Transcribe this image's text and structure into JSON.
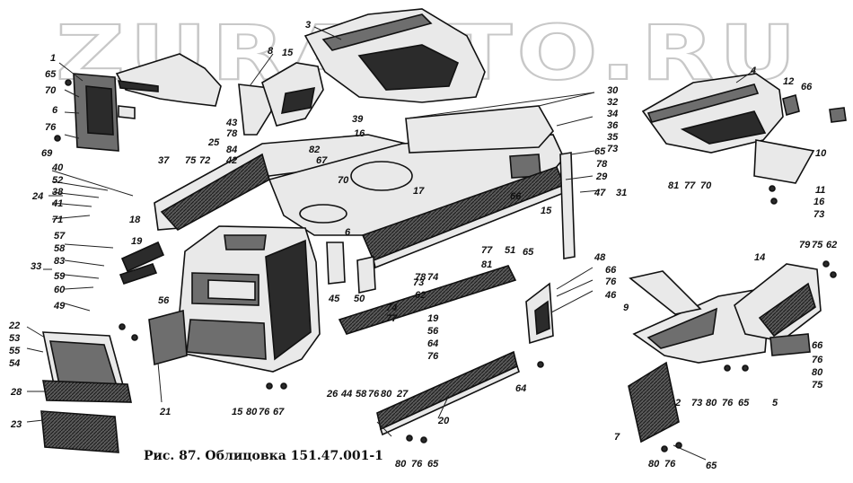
{
  "watermark": "ZURAUTO.RU",
  "caption": "Рис. 87. Облицовка 151.47.001-1",
  "callouts": [
    {
      "id": "c1",
      "text": "1"
    },
    {
      "id": "c2",
      "text": "65"
    },
    {
      "id": "c3",
      "text": "70"
    },
    {
      "id": "c4",
      "text": "6"
    },
    {
      "id": "c5",
      "text": "76"
    },
    {
      "id": "c6",
      "text": "69"
    },
    {
      "id": "c7",
      "text": "3"
    },
    {
      "id": "c8",
      "text": "8"
    },
    {
      "id": "c9",
      "text": "15"
    },
    {
      "id": "c10",
      "text": "43"
    },
    {
      "id": "c11",
      "text": "78"
    },
    {
      "id": "c12",
      "text": "25"
    },
    {
      "id": "c13",
      "text": "84"
    },
    {
      "id": "c14",
      "text": "42"
    },
    {
      "id": "c15",
      "text": "39"
    },
    {
      "id": "c16",
      "text": "16"
    },
    {
      "id": "c17",
      "text": "82"
    },
    {
      "id": "c18",
      "text": "67"
    },
    {
      "id": "c19",
      "text": "30"
    },
    {
      "id": "c20",
      "text": "32"
    },
    {
      "id": "c21",
      "text": "34"
    },
    {
      "id": "c22",
      "text": "36"
    },
    {
      "id": "c23",
      "text": "35"
    },
    {
      "id": "c24",
      "text": "73"
    },
    {
      "id": "c25",
      "text": "65"
    },
    {
      "id": "c26",
      "text": "78"
    },
    {
      "id": "c27",
      "text": "29"
    },
    {
      "id": "c28",
      "text": "47"
    },
    {
      "id": "c29",
      "text": "31"
    },
    {
      "id": "c30",
      "text": "4"
    },
    {
      "id": "c31",
      "text": "12"
    },
    {
      "id": "c32",
      "text": "66"
    },
    {
      "id": "c33",
      "text": "81"
    },
    {
      "id": "c34",
      "text": "77"
    },
    {
      "id": "c35",
      "text": "70"
    },
    {
      "id": "c36",
      "text": "10"
    },
    {
      "id": "c37",
      "text": "11"
    },
    {
      "id": "c38",
      "text": "16"
    },
    {
      "id": "c39",
      "text": "73"
    },
    {
      "id": "c40",
      "text": "37"
    },
    {
      "id": "c41",
      "text": "75"
    },
    {
      "id": "c42",
      "text": "72"
    },
    {
      "id": "c43",
      "text": "40"
    },
    {
      "id": "c44",
      "text": "52"
    },
    {
      "id": "c45",
      "text": "38"
    },
    {
      "id": "c46",
      "text": "41"
    },
    {
      "id": "c47",
      "text": "71"
    },
    {
      "id": "c48",
      "text": "24"
    },
    {
      "id": "c49",
      "text": "18"
    },
    {
      "id": "c50",
      "text": "70"
    },
    {
      "id": "c51",
      "text": "17"
    },
    {
      "id": "c52",
      "text": "66"
    },
    {
      "id": "c53",
      "text": "15"
    },
    {
      "id": "c54",
      "text": "65"
    },
    {
      "id": "c55",
      "text": "6"
    },
    {
      "id": "c56",
      "text": "57"
    },
    {
      "id": "c57",
      "text": "58"
    },
    {
      "id": "c58",
      "text": "83"
    },
    {
      "id": "c59",
      "text": "59"
    },
    {
      "id": "c60",
      "text": "60"
    },
    {
      "id": "c61",
      "text": "49"
    },
    {
      "id": "c62",
      "text": "33"
    },
    {
      "id": "c63",
      "text": "19"
    },
    {
      "id": "c64",
      "text": "56"
    },
    {
      "id": "c65",
      "text": "45"
    },
    {
      "id": "c66",
      "text": "50"
    },
    {
      "id": "c67",
      "text": "73"
    },
    {
      "id": "c68",
      "text": "62"
    },
    {
      "id": "c69",
      "text": "78"
    },
    {
      "id": "c70",
      "text": "77"
    },
    {
      "id": "c71",
      "text": "81"
    },
    {
      "id": "c72",
      "text": "51"
    },
    {
      "id": "c73",
      "text": "74"
    },
    {
      "id": "c74",
      "text": "48"
    },
    {
      "id": "c75",
      "text": "66"
    },
    {
      "id": "c76",
      "text": "76"
    },
    {
      "id": "c77",
      "text": "46"
    },
    {
      "id": "c78",
      "text": "79"
    },
    {
      "id": "c79",
      "text": "75"
    },
    {
      "id": "c80",
      "text": "62"
    },
    {
      "id": "c81",
      "text": "14"
    },
    {
      "id": "c82",
      "text": "22"
    },
    {
      "id": "c83",
      "text": "53"
    },
    {
      "id": "c84",
      "text": "55"
    },
    {
      "id": "c85",
      "text": "54"
    },
    {
      "id": "c86",
      "text": "28"
    },
    {
      "id": "c87",
      "text": "23"
    },
    {
      "id": "c88",
      "text": "21"
    },
    {
      "id": "c89",
      "text": "74"
    },
    {
      "id": "c90",
      "text": "77"
    },
    {
      "id": "c91",
      "text": "19"
    },
    {
      "id": "c92",
      "text": "56"
    },
    {
      "id": "c93",
      "text": "64"
    },
    {
      "id": "c94",
      "text": "76"
    },
    {
      "id": "c95",
      "text": "26"
    },
    {
      "id": "c96",
      "text": "44"
    },
    {
      "id": "c97",
      "text": "58"
    },
    {
      "id": "c98",
      "text": "76"
    },
    {
      "id": "c99",
      "text": "80"
    },
    {
      "id": "c100",
      "text": "27"
    },
    {
      "id": "c101",
      "text": "15"
    },
    {
      "id": "c102",
      "text": "80"
    },
    {
      "id": "c103",
      "text": "76"
    },
    {
      "id": "c104",
      "text": "67"
    },
    {
      "id": "c105",
      "text": "20"
    },
    {
      "id": "c106",
      "text": "64"
    },
    {
      "id": "c107",
      "text": "80"
    },
    {
      "id": "c108",
      "text": "76"
    },
    {
      "id": "c109",
      "text": "65"
    },
    {
      "id": "c110",
      "text": "9"
    },
    {
      "id": "c111",
      "text": "2"
    },
    {
      "id": "c112",
      "text": "73"
    },
    {
      "id": "c113",
      "text": "80"
    },
    {
      "id": "c114",
      "text": "76"
    },
    {
      "id": "c115",
      "text": "65"
    },
    {
      "id": "c116",
      "text": "5"
    },
    {
      "id": "c117",
      "text": "66"
    },
    {
      "id": "c118",
      "text": "76"
    },
    {
      "id": "c119",
      "text": "80"
    },
    {
      "id": "c120",
      "text": "75"
    },
    {
      "id": "c121",
      "text": "7"
    },
    {
      "id": "c122",
      "text": "80"
    },
    {
      "id": "c123",
      "text": "76"
    },
    {
      "id": "c124",
      "text": "65"
    }
  ]
}
